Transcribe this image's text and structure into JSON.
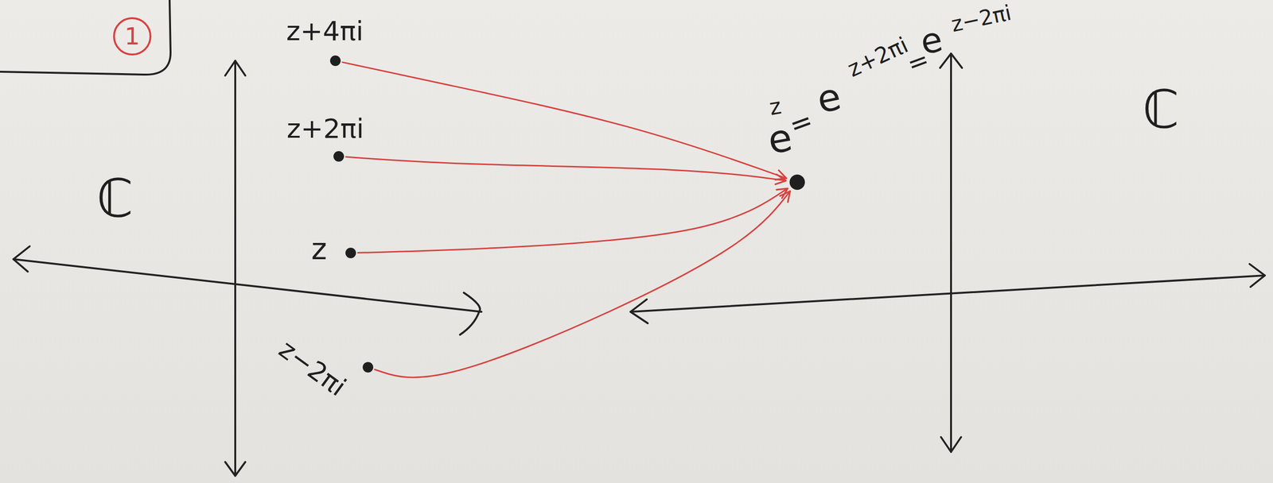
{
  "diagram": {
    "nodes": [
      {
        "text": [
          "z+4πi"
        ]
      },
      {
        "text": [
          "z+2πi"
        ]
      },
      {
        "text": [
          "z"
        ]
      },
      {
        "text": [
          "z−2πi"
        ]
      },
      {
        "text": [
          "e",
          "z",
          "=",
          "e",
          "z+2πi",
          "=",
          "e",
          "z−2πi"
        ]
      }
    ],
    "edges": [
      {
        "from": 0,
        "to": 4,
        "arrow": "to"
      },
      {
        "from": 1,
        "to": 4,
        "arrow": "to"
      },
      {
        "from": 2,
        "to": 4,
        "arrow": "to"
      },
      {
        "from": 3,
        "to": 4,
        "arrow": "to"
      }
    ],
    "labels": [
      "1",
      "ℂ",
      "ℂ"
    ]
  }
}
